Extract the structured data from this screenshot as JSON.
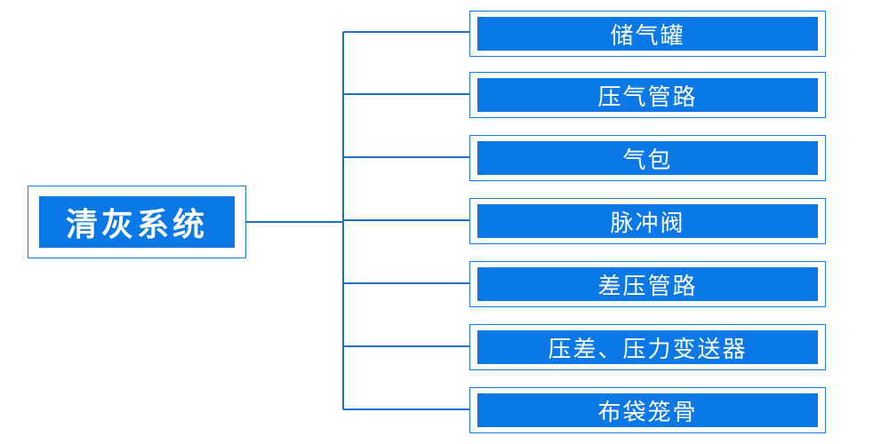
{
  "diagram": {
    "root": {
      "label": "清灰系统"
    },
    "children": [
      {
        "label": "储气罐"
      },
      {
        "label": "压气管路"
      },
      {
        "label": "气包"
      },
      {
        "label": "脉冲阀"
      },
      {
        "label": "差压管路"
      },
      {
        "label": "压差、压力变送器"
      },
      {
        "label": "布袋笼骨"
      }
    ]
  },
  "colors": {
    "box_fill": "#0a78e6",
    "box_border": "#1f7be0",
    "connector": "#1f6fd0",
    "text": "#ffffff"
  }
}
